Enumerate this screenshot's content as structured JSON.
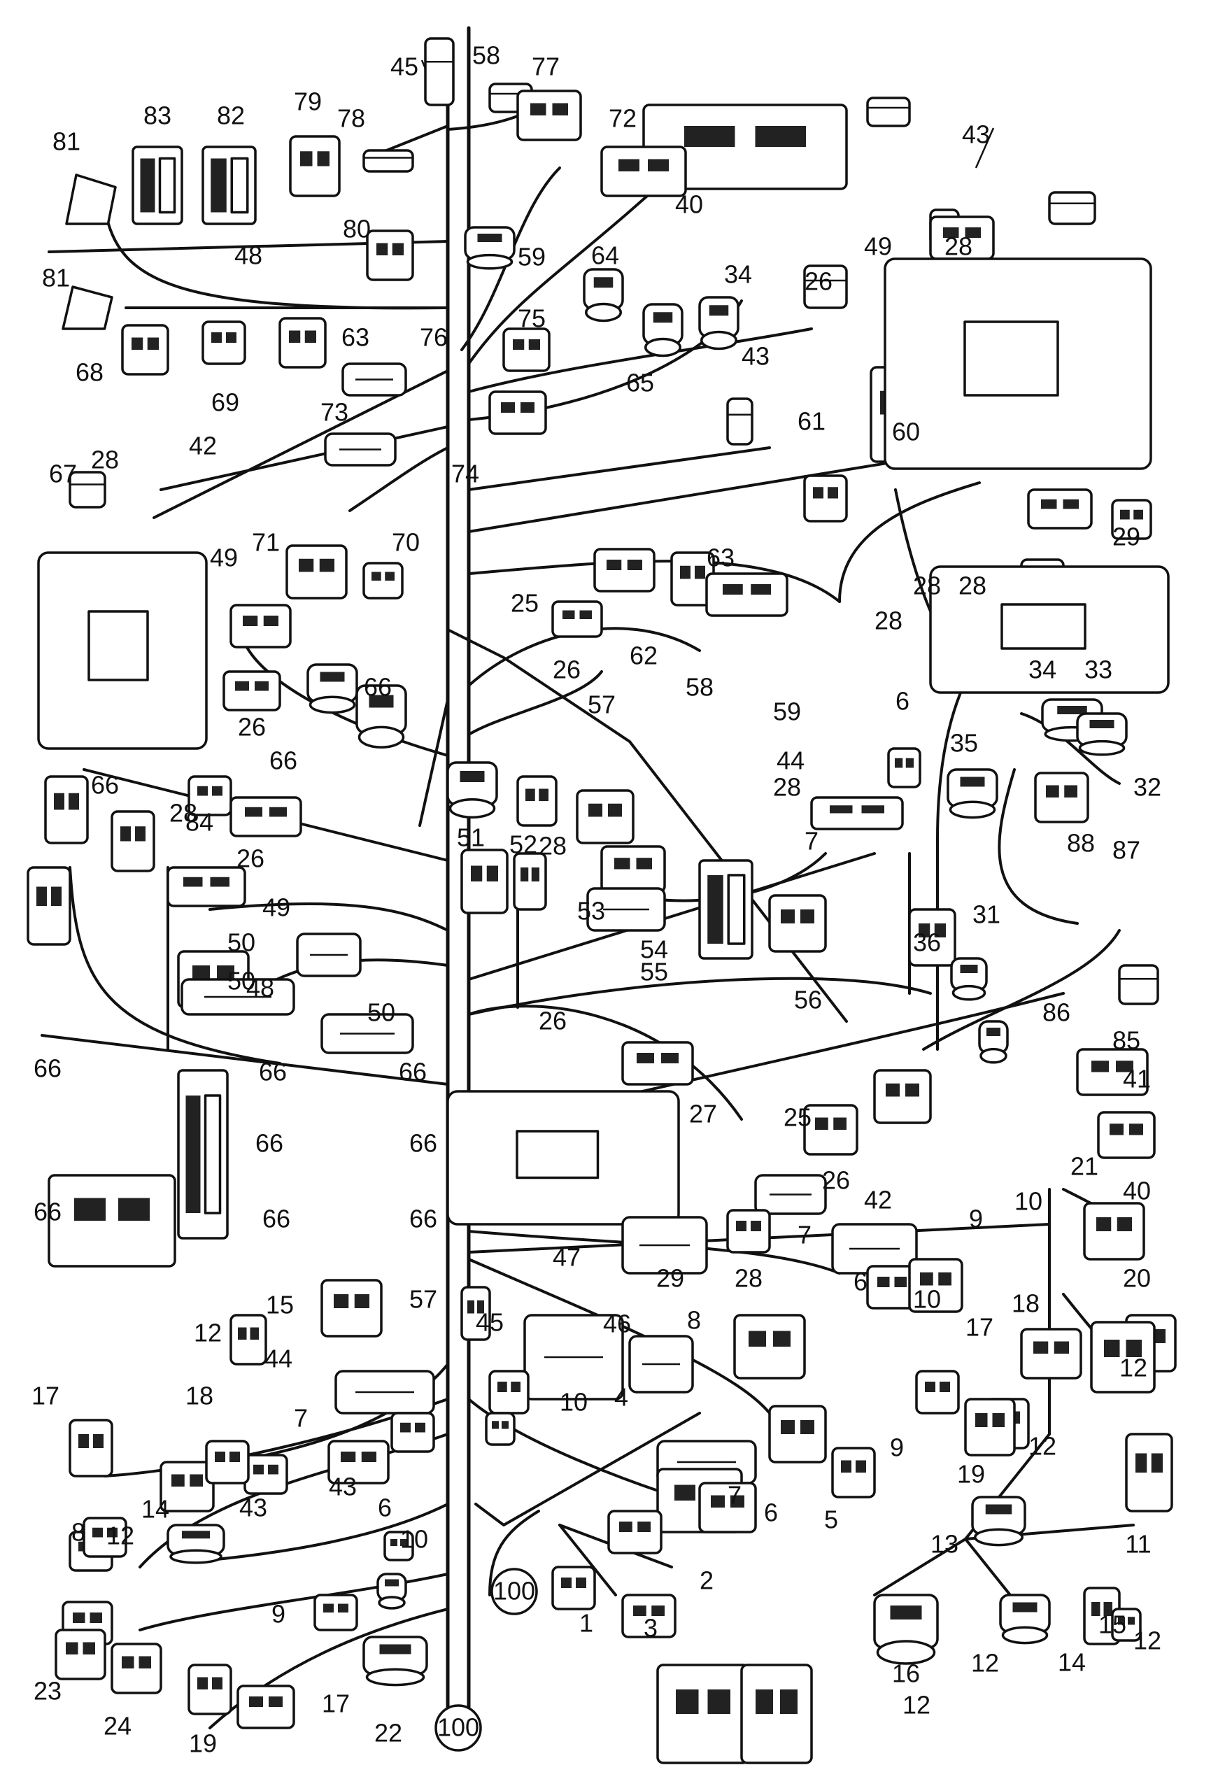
{
  "diagram": {
    "title": "",
    "callouts": [
      "1",
      "2",
      "3",
      "4",
      "5",
      "6",
      "7",
      "8",
      "9",
      "10",
      "11",
      "12",
      "13",
      "14",
      "15",
      "16",
      "17",
      "18",
      "19",
      "20",
      "21",
      "22",
      "23",
      "24",
      "25",
      "26",
      "27",
      "28",
      "29",
      "31",
      "32",
      "33",
      "34",
      "35",
      "36",
      "40",
      "41",
      "42",
      "43",
      "44",
      "45",
      "46",
      "47",
      "48",
      "49",
      "50",
      "51",
      "52",
      "53",
      "54",
      "55",
      "56",
      "57",
      "58",
      "59",
      "60",
      "61",
      "62",
      "63",
      "64",
      "65",
      "66",
      "67",
      "68",
      "69",
      "70",
      "71",
      "72",
      "73",
      "74",
      "75",
      "76",
      "77",
      "78",
      "79",
      "80",
      "81",
      "82",
      "83",
      "84",
      "85",
      "86",
      "87",
      "88",
      "100"
    ],
    "reference_circle": "100"
  }
}
